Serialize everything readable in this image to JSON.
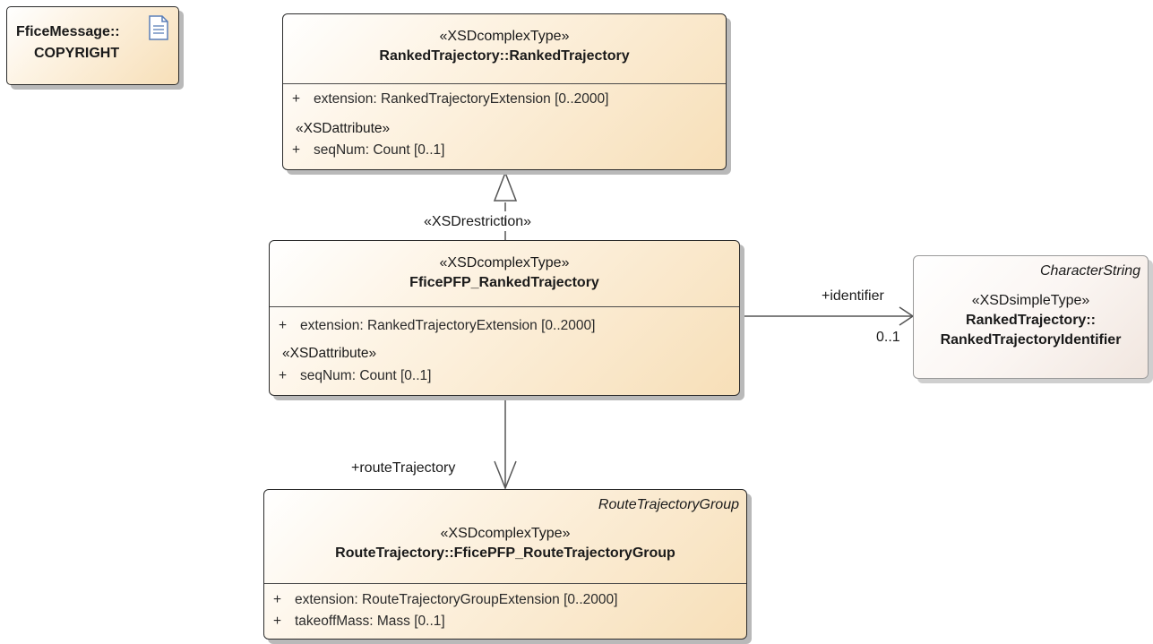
{
  "copyright": {
    "line1": "FficeMessage::",
    "line2": "COPYRIGHT",
    "icon": "document-icon"
  },
  "ranked_trajectory": {
    "stereotype": "«XSDcomplexType»",
    "name": "RankedTrajectory::RankedTrajectory",
    "attr1": "extension: RankedTrajectoryExtension [0..2000]",
    "attr_stereotype": "«XSDattribute»",
    "attr2": "seqNum: Count [0..1]",
    "visibility": "+"
  },
  "ffice_ranked": {
    "stereotype": "«XSDcomplexType»",
    "name": "FficePFP_RankedTrajectory",
    "attr1": "extension: RankedTrajectoryExtension [0..2000]",
    "attr_stereotype": "«XSDattribute»",
    "attr2": "seqNum: Count [0..1]",
    "visibility": "+"
  },
  "identifier_type": {
    "abstract": "CharacterString",
    "stereotype": "«XSDsimpleType»",
    "name_line1": "RankedTrajectory::",
    "name_line2": "RankedTrajectoryIdentifier"
  },
  "route_group": {
    "abstract": "RouteTrajectoryGroup",
    "stereotype": "«XSDcomplexType»",
    "name": "RouteTrajectory::FficePFP_RouteTrajectoryGroup",
    "attr1": "extension: RouteTrajectoryGroupExtension [0..2000]",
    "attr2": "takeoffMass: Mass [0..1]",
    "visibility": "+"
  },
  "edges": {
    "restriction_label": "«XSDrestriction»",
    "identifier_role": "+identifier",
    "identifier_mult": "0..1",
    "route_role": "+routeTrajectory"
  },
  "colors": {
    "class_fill_start": "#fdf3e3",
    "class_fill_end": "#f7dfb8",
    "border": "#2b2b2b",
    "shadow": "#b9b9b9"
  }
}
